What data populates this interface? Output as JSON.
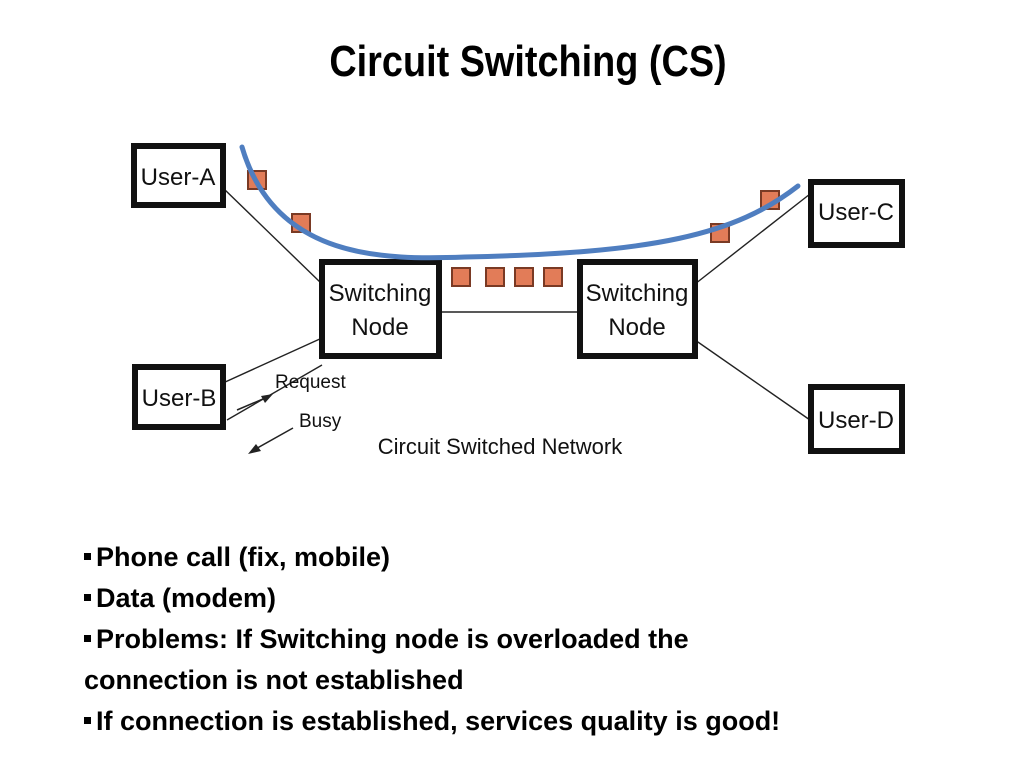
{
  "slide": {
    "title": "Circuit Switching (CS)"
  },
  "diagram": {
    "nodes": {
      "user_a": "User-A",
      "user_b": "User-B",
      "user_c": "User-C",
      "user_d": "User-D",
      "switch_left_line1": "Switching",
      "switch_left_line2": "Node",
      "switch_right_line1": "Switching",
      "switch_right_line2": "Node"
    },
    "labels": {
      "request": "Request",
      "busy": "Busy",
      "caption": "Circuit Switched Network"
    },
    "colors": {
      "circuit_path": "#4f7ec0",
      "packet_fill": "#e27c58",
      "packet_stroke": "#7a3a24",
      "box_border": "#111111",
      "link": "#222222"
    }
  },
  "bullets": [
    {
      "text": "Phone call (fix, mobile)"
    },
    {
      "text": "Data (modem)"
    },
    {
      "text": "Problems: If Switching node is overloaded the"
    },
    {
      "text": "connection is not established"
    },
    {
      "text": "If connection is established, services quality is good!"
    }
  ]
}
